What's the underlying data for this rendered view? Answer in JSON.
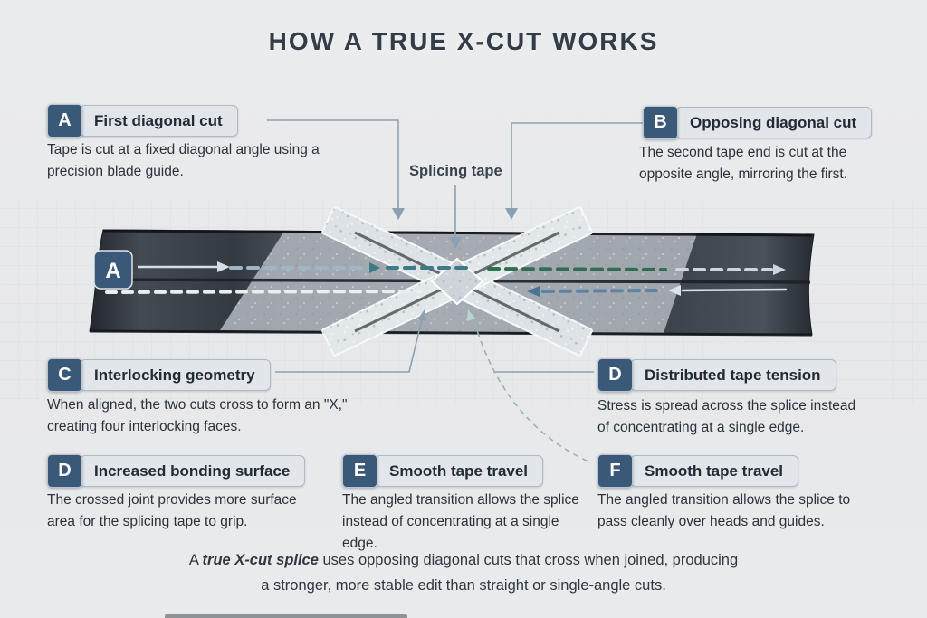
{
  "title": "HOW A TRUE X-CUT WORKS",
  "diagram": {
    "splice_label": "Splicing tape",
    "tape_marker": "A",
    "tape_direction": "left-to-right"
  },
  "callouts": [
    {
      "letter": "A",
      "title": "First diagonal cut",
      "description": "Tape is cut at a fixed diagonal angle using a precision blade guide."
    },
    {
      "letter": "B",
      "title": "Opposing diagonal cut",
      "description": "The second tape end is cut at the opposite angle, mirroring the first."
    },
    {
      "letter": "C",
      "title": "Interlocking geometry",
      "description": "When aligned, the two cuts cross to form an \"X,\" creating four interlocking faces."
    },
    {
      "letter": "D",
      "title": "Distributed tape tension",
      "description": "Stress is spread across the splice instead of concentrating at a single edge."
    },
    {
      "letter": "D",
      "title": "Increased bonding surface",
      "description": "The crossed joint provides more surface area for the splicing tape to grip."
    },
    {
      "letter": "E",
      "title": "Smooth tape travel",
      "description": "The angled transition allows the splice instead of concentrating at a single edge."
    },
    {
      "letter": "F",
      "title": "Smooth tape travel",
      "description": "The angled transition allows the splice to pass cleanly over heads and guides."
    }
  ],
  "footer": {
    "prefix": "A ",
    "emphasis": "true X-cut splice",
    "suffix": " uses opposing diagonal cuts that cross when joined, producing",
    "line2": "a stronger, more stable edit than straight or single-angle cuts."
  },
  "colors": {
    "background": "#e9eaec",
    "badge": "#3a5878",
    "titlebox": "#e2e6ea",
    "text": "#2b323c",
    "connector": "#8ba1b2",
    "dash_green": "#2f6e4f",
    "dash_teal": "#3d7a85",
    "dash_blue": "#5d84a2",
    "tape_dark": "#2e333a",
    "splice_tape": "#dde2e6"
  }
}
